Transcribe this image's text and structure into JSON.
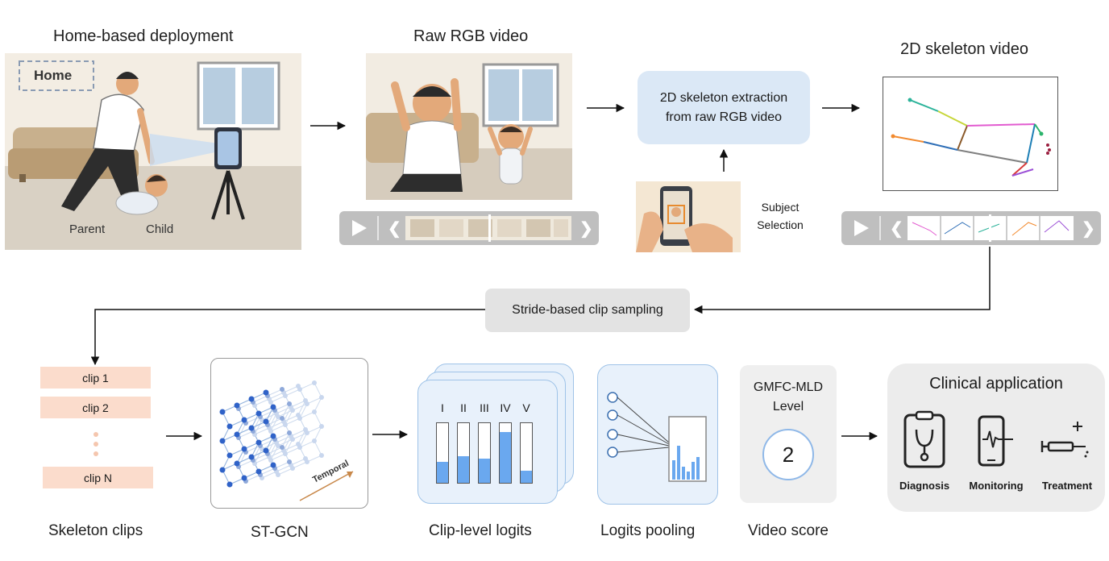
{
  "titles": {
    "home": "Home-based deployment",
    "raw": "Raw RGB video",
    "skeleton_video": "2D skeleton video"
  },
  "home_scene": {
    "home_tag": "Home",
    "parent": "Parent",
    "child": "Child"
  },
  "extraction_box": {
    "line1": "2D skeleton extraction",
    "line2": "from raw RGB video"
  },
  "subject_selection": {
    "line1": "Subject",
    "line2": "Selection"
  },
  "sampling_box": "Stride-based clip sampling",
  "clips": {
    "items": [
      "clip 1",
      "clip 2",
      "clip N"
    ]
  },
  "bottom_labels": {
    "clips": "Skeleton clips",
    "stgcn": "ST-GCN",
    "logits": "Clip-level logits",
    "pooling": "Logits pooling",
    "score": "Video score"
  },
  "stgcn": {
    "temporal_label": "Temporal"
  },
  "logits": {
    "levels": [
      "I",
      "II",
      "III",
      "IV",
      "V"
    ],
    "fills": [
      0.36,
      0.45,
      0.41,
      0.86,
      0.2
    ]
  },
  "score": {
    "title_line1": "GMFC-MLD",
    "title_line2": "Level",
    "value": "2"
  },
  "clinical": {
    "title": "Clinical application",
    "items": [
      "Diagnosis",
      "Monitoring",
      "Treatment"
    ]
  },
  "colors": {
    "accent_blue": "#6aa8ef",
    "box_blue": "#dbe8f6",
    "clip_peach": "#fbdccc",
    "gray_box": "#e3e3e3"
  }
}
